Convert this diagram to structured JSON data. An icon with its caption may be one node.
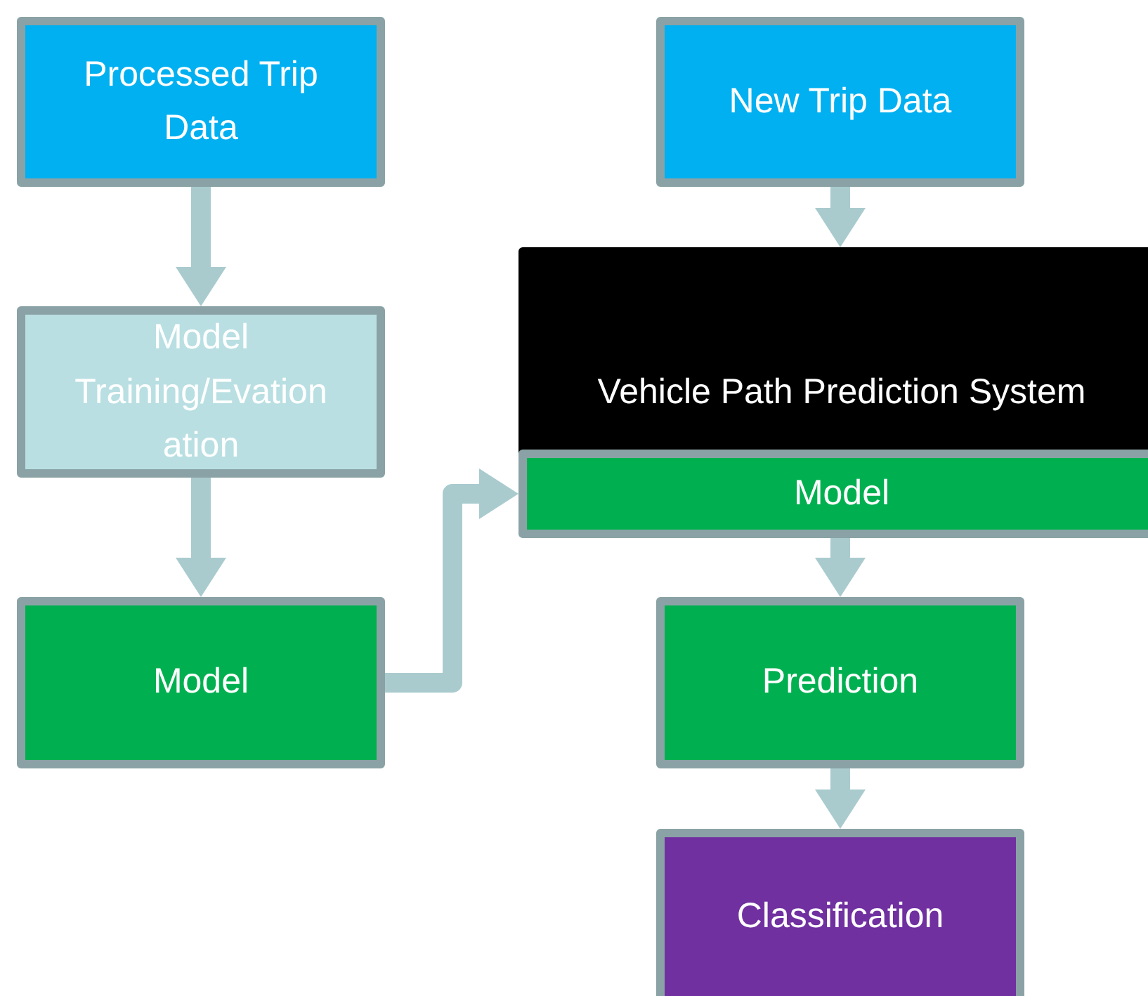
{
  "diagram": {
    "nodes": [
      {
        "text": [
          "Processed Trip Data"
        ]
      },
      {
        "text": [
          "Model Training/Evation ation"
        ]
      },
      {
        "text": [
          "Model"
        ]
      },
      {
        "text": [
          "New Trip Data"
        ]
      },
      {
        "text": [
          "Vehicle Path Prediction System"
        ]
      },
      {
        "text": [
          "Model"
        ]
      },
      {
        "text": [
          "Prediction"
        ]
      },
      {
        "text": [
          "Classification"
        ]
      }
    ],
    "edges": [
      {
        "from": 0,
        "to": 1,
        "arrow": "to"
      },
      {
        "from": 1,
        "to": 2,
        "arrow": "to"
      },
      {
        "from": 2,
        "to": 5,
        "arrow": "to"
      },
      {
        "from": 3,
        "to": 4,
        "arrow": "to"
      },
      {
        "from": 5,
        "to": 6,
        "arrow": "to"
      },
      {
        "from": 6,
        "to": 7,
        "arrow": "to"
      }
    ]
  }
}
